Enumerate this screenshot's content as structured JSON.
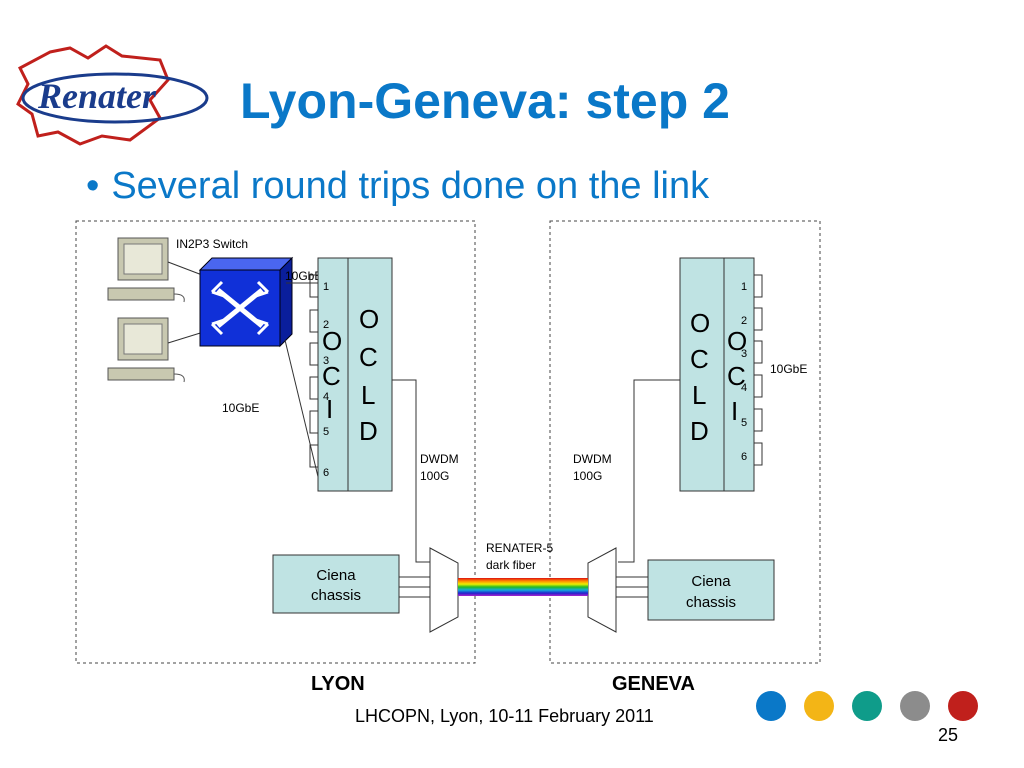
{
  "slide": {
    "title": "Lyon-Geneva: step 2",
    "bullet": "Several round trips done on the link",
    "footer": "LHCOPN, Lyon, 10-11 February 2011",
    "page_number": "25",
    "logo_text": "Renater"
  },
  "diagram": {
    "switch_label": "IN2P3 Switch",
    "link_labels": {
      "top": "10GbE",
      "left": "10GbE",
      "right": "10GbE"
    },
    "oci_letters": [
      "O",
      "C",
      "I"
    ],
    "ocld_letters": [
      "O",
      "C",
      "L",
      "D"
    ],
    "ports": [
      "1",
      "2",
      "3",
      "4",
      "5",
      "6"
    ],
    "dwdm_left": [
      "DWDM",
      "100G"
    ],
    "dwdm_right": [
      "DWDM",
      "100G"
    ],
    "fiber_label": [
      "RENATER-5",
      "dark fiber"
    ],
    "chassis_left": [
      "Ciena",
      "chassis"
    ],
    "chassis_right": [
      "Ciena",
      "chassis"
    ],
    "site_left": "LYON",
    "site_right": "GENEVA"
  },
  "colors": {
    "accent": "#0a78c8",
    "box_fill": "#bfe3e3",
    "switch_blue": "#1030d8",
    "circles": [
      "#0a78c8",
      "#f3b516",
      "#0f9c8a",
      "#8c8c8c",
      "#c0201c"
    ]
  }
}
